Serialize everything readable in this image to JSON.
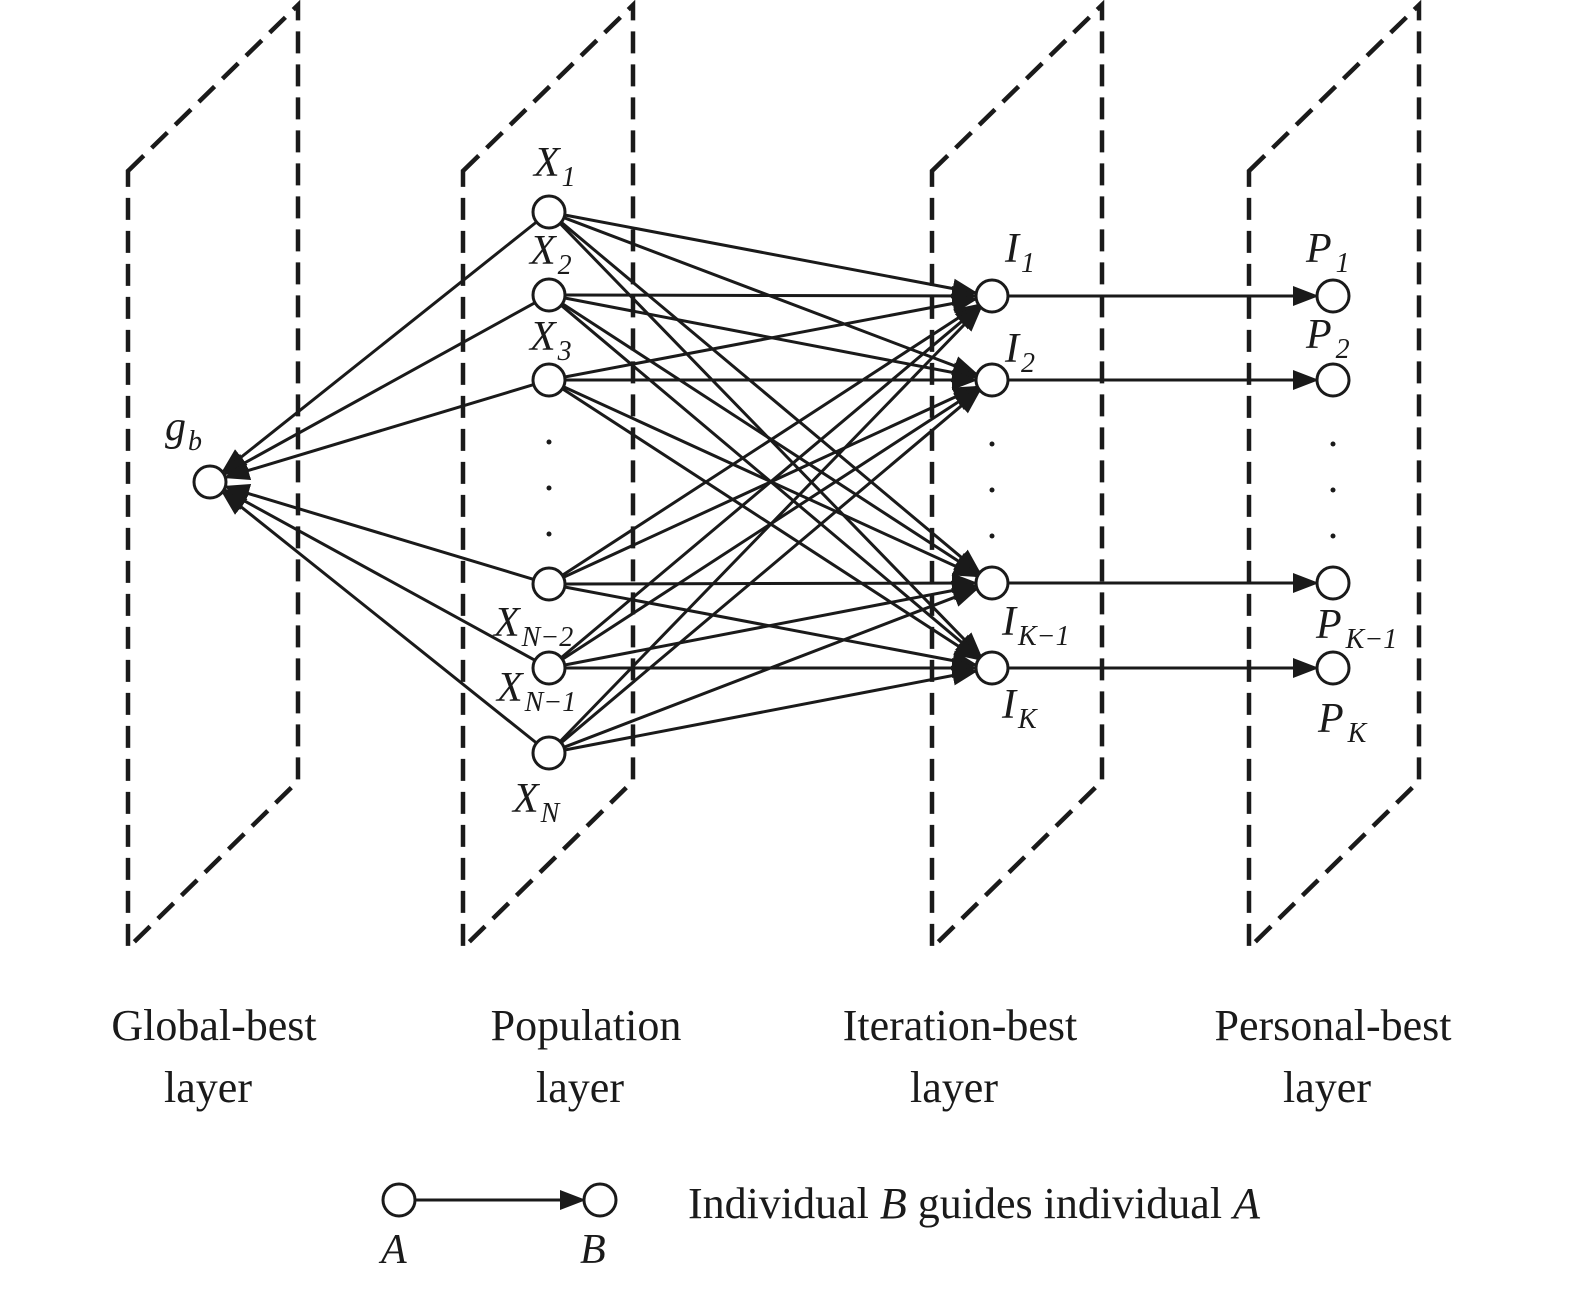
{
  "layers": [
    {
      "id": "global",
      "title_line1": "Global-best",
      "title_line2": "layer"
    },
    {
      "id": "population",
      "title_line1": "Population",
      "title_line2": "layer"
    },
    {
      "id": "iteration",
      "title_line1": "Iteration-best",
      "title_line2": "layer"
    },
    {
      "id": "personal",
      "title_line1": "Personal-best",
      "title_line2": "layer"
    }
  ],
  "global_node": {
    "base": "g",
    "sub": "b",
    "sub_italic": true
  },
  "population_nodes": [
    {
      "base": "X",
      "sub": "1",
      "sub_italic": false
    },
    {
      "base": "X",
      "sub": "2",
      "sub_italic": false
    },
    {
      "base": "X",
      "sub": "3",
      "sub_italic": false
    },
    {
      "base": "X",
      "sub": "N−2",
      "sub_italic": true
    },
    {
      "base": "X",
      "sub": "N−1",
      "sub_italic": true
    },
    {
      "base": "X",
      "sub": "N",
      "sub_italic": true
    }
  ],
  "iteration_nodes": [
    {
      "base": "I",
      "sub": "1",
      "sub_italic": false
    },
    {
      "base": "I",
      "sub": "2",
      "sub_italic": false
    },
    {
      "base": "I",
      "sub": "K−1",
      "sub_italic": true
    },
    {
      "base": "I",
      "sub": "K",
      "sub_italic": true
    }
  ],
  "personal_nodes": [
    {
      "base": "P",
      "sub": "1",
      "sub_italic": false
    },
    {
      "base": "P",
      "sub": "2",
      "sub_italic": false
    },
    {
      "base": "P",
      "sub": "K−1",
      "sub_italic": true
    },
    {
      "base": "P",
      "sub": "K",
      "sub_italic": true
    }
  ],
  "legend": {
    "from_label": "A",
    "to_label": "B",
    "text_before": "Individual ",
    "text_b": "B",
    "text_middle": " guides individual ",
    "text_a": "A"
  },
  "colors": {
    "ink": "#1a1a1a",
    "background": "#ffffff"
  }
}
